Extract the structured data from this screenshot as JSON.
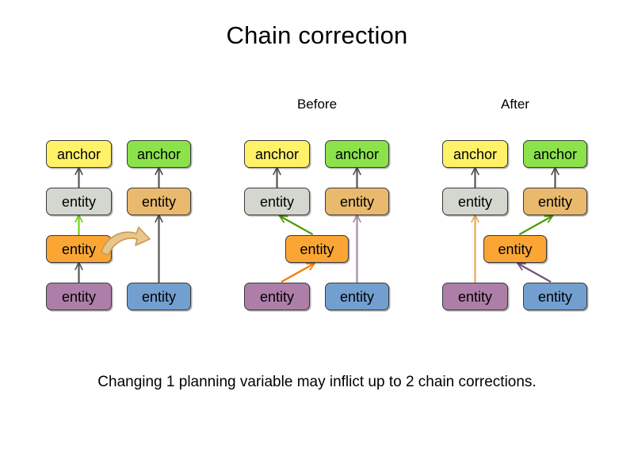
{
  "page": {
    "title": "Chain correction",
    "caption": "Changing 1 planning variable may inflict up to 2 chain corrections.",
    "background": "#ffffff"
  },
  "labels": {
    "before": "Before",
    "after": "After"
  },
  "palette": {
    "anchor_yellow": "#FFF268",
    "anchor_green": "#8BE24A",
    "entity_gray": "#D3D7CF",
    "entity_tan": "#E9B96E",
    "entity_orange": "#FBA634",
    "entity_purple": "#AD7FA8",
    "entity_blue": "#729FCF",
    "arrow_gray": "#555753",
    "arrow_green": "#4E9A06",
    "arrow_green_light": "#73D216",
    "arrow_orange": "#F57900",
    "arrow_orange_light": "#E9A75C",
    "arrow_purple": "#75507B",
    "arrow_purple_light": "#A98BA5",
    "move_arrow_fill": "#E8C68C",
    "move_arrow_stroke": "#C99A4E",
    "box_border": "#3a3a3a",
    "text": "#000000"
  },
  "node_labels": {
    "anchor": "anchor",
    "entity": "entity"
  },
  "panels": [
    {
      "id": "original",
      "label": "",
      "nodes": [
        {
          "name": "anchor-yellow",
          "label": "anchor",
          "color_key": "anchor_yellow"
        },
        {
          "name": "anchor-green",
          "label": "anchor",
          "color_key": "anchor_green"
        },
        {
          "name": "entity-gray",
          "label": "entity",
          "color_key": "entity_gray"
        },
        {
          "name": "entity-tan",
          "label": "entity",
          "color_key": "entity_tan"
        },
        {
          "name": "entity-orange",
          "label": "entity",
          "color_key": "entity_orange"
        },
        {
          "name": "entity-purple",
          "label": "entity",
          "color_key": "entity_purple"
        },
        {
          "name": "entity-blue",
          "label": "entity",
          "color_key": "entity_blue"
        }
      ],
      "links": [
        {
          "from": "entity-gray",
          "to": "anchor-yellow",
          "color_key": "arrow_gray"
        },
        {
          "from": "entity-tan",
          "to": "anchor-green",
          "color_key": "arrow_gray"
        },
        {
          "from": "entity-orange",
          "to": "entity-gray",
          "color_key": "arrow_green_light"
        },
        {
          "from": "entity-purple",
          "to": "entity-orange",
          "color_key": "arrow_gray"
        },
        {
          "from": "entity-blue",
          "to": "entity-tan",
          "color_key": "arrow_gray"
        }
      ],
      "move_arrow": {
        "name": "move-arrow-icon",
        "direction": "right"
      }
    },
    {
      "id": "before",
      "label": "Before",
      "nodes": [
        {
          "name": "anchor-yellow",
          "label": "anchor",
          "color_key": "anchor_yellow"
        },
        {
          "name": "anchor-green",
          "label": "anchor",
          "color_key": "anchor_green"
        },
        {
          "name": "entity-gray",
          "label": "entity",
          "color_key": "entity_gray"
        },
        {
          "name": "entity-tan",
          "label": "entity",
          "color_key": "entity_tan"
        },
        {
          "name": "entity-orange",
          "label": "entity",
          "color_key": "entity_orange"
        },
        {
          "name": "entity-purple",
          "label": "entity",
          "color_key": "entity_purple"
        },
        {
          "name": "entity-blue",
          "label": "entity",
          "color_key": "entity_blue"
        }
      ],
      "links": [
        {
          "from": "entity-gray",
          "to": "anchor-yellow",
          "color_key": "arrow_gray"
        },
        {
          "from": "entity-tan",
          "to": "anchor-green",
          "color_key": "arrow_gray"
        },
        {
          "from": "entity-orange",
          "to": "entity-gray",
          "color_key": "arrow_green"
        },
        {
          "from": "entity-purple",
          "to": "entity-orange",
          "color_key": "arrow_orange"
        },
        {
          "from": "entity-blue",
          "to": "entity-tan",
          "color_key": "arrow_purple_light"
        }
      ],
      "move_arrow": null
    },
    {
      "id": "after",
      "label": "After",
      "nodes": [
        {
          "name": "anchor-yellow",
          "label": "anchor",
          "color_key": "anchor_yellow"
        },
        {
          "name": "anchor-green",
          "label": "anchor",
          "color_key": "anchor_green"
        },
        {
          "name": "entity-gray",
          "label": "entity",
          "color_key": "entity_gray"
        },
        {
          "name": "entity-tan",
          "label": "entity",
          "color_key": "entity_tan"
        },
        {
          "name": "entity-orange",
          "label": "entity",
          "color_key": "entity_orange"
        },
        {
          "name": "entity-purple",
          "label": "entity",
          "color_key": "entity_purple"
        },
        {
          "name": "entity-blue",
          "label": "entity",
          "color_key": "entity_blue"
        }
      ],
      "links": [
        {
          "from": "entity-gray",
          "to": "anchor-yellow",
          "color_key": "arrow_gray"
        },
        {
          "from": "entity-tan",
          "to": "anchor-green",
          "color_key": "arrow_gray"
        },
        {
          "from": "entity-purple",
          "to": "entity-gray",
          "color_key": "arrow_orange_light"
        },
        {
          "from": "entity-orange",
          "to": "entity-tan",
          "color_key": "arrow_green"
        },
        {
          "from": "entity-blue",
          "to": "entity-orange",
          "color_key": "arrow_purple"
        }
      ],
      "move_arrow": null
    }
  ]
}
